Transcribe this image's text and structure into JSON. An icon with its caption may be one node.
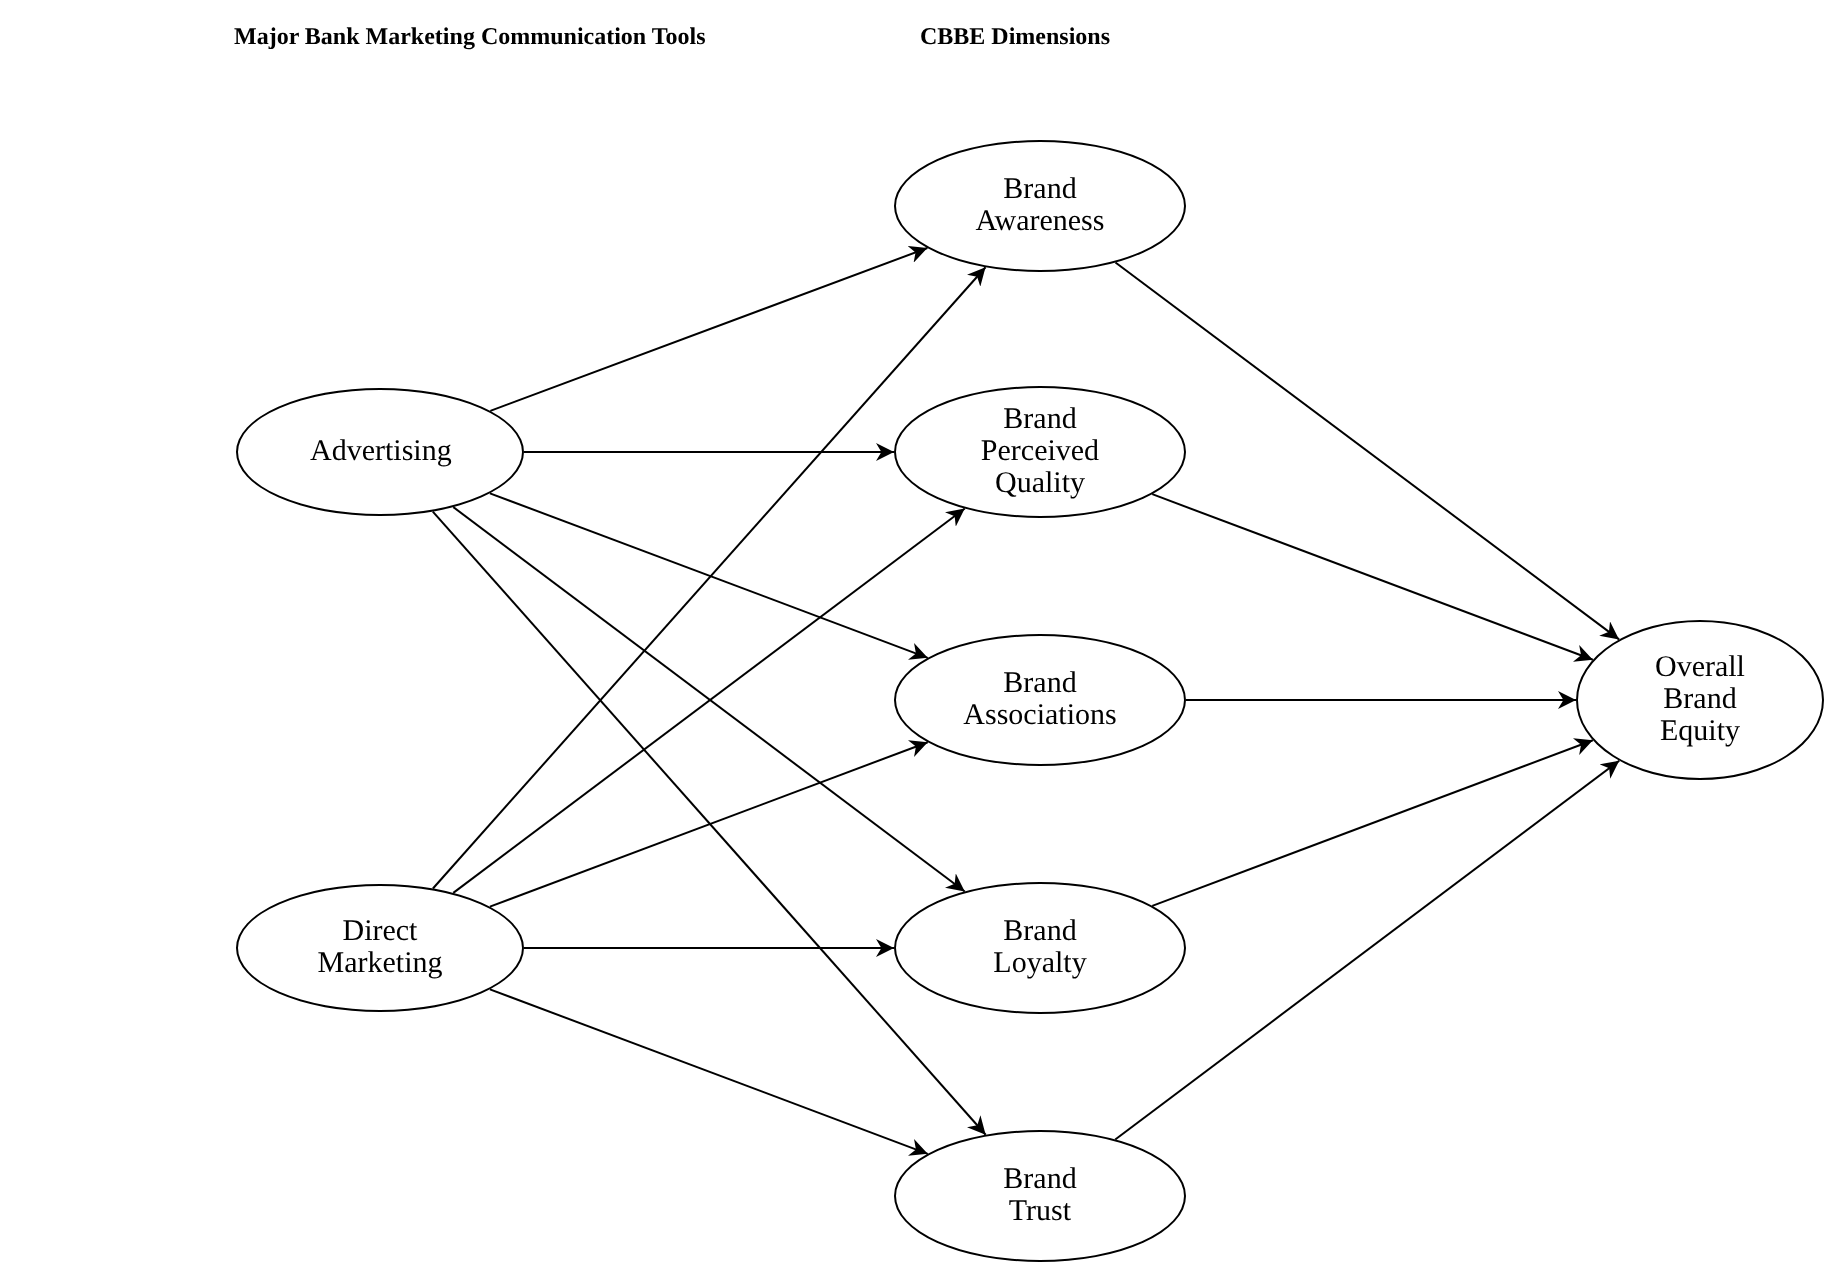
{
  "diagram": {
    "nodes": [
      {
        "text": [
          "Advertising"
        ]
      },
      {
        "text": [
          "Direct Marketing"
        ]
      },
      {
        "text": [
          "Brand Awareness"
        ]
      },
      {
        "text": [
          "Brand Perceived Quality"
        ]
      },
      {
        "text": [
          "Brand Associations"
        ]
      },
      {
        "text": [
          "Brand Loyalty"
        ]
      },
      {
        "text": [
          "Brand Trust"
        ]
      },
      {
        "text": [
          "Overall Brand Equity"
        ]
      }
    ],
    "edges": [
      {
        "from": 0,
        "to": 2,
        "arrow": "to"
      },
      {
        "from": 0,
        "to": 3,
        "arrow": "to"
      },
      {
        "from": 0,
        "to": 4,
        "arrow": "to"
      },
      {
        "from": 0,
        "to": 5,
        "arrow": "to"
      },
      {
        "from": 0,
        "to": 6,
        "arrow": "to"
      },
      {
        "from": 1,
        "to": 2,
        "arrow": "to"
      },
      {
        "from": 1,
        "to": 3,
        "arrow": "to"
      },
      {
        "from": 1,
        "to": 4,
        "arrow": "to"
      },
      {
        "from": 1,
        "to": 5,
        "arrow": "to"
      },
      {
        "from": 1,
        "to": 6,
        "arrow": "to"
      },
      {
        "from": 2,
        "to": 7,
        "arrow": "to"
      },
      {
        "from": 3,
        "to": 7,
        "arrow": "to"
      },
      {
        "from": 4,
        "to": 7,
        "arrow": "to"
      },
      {
        "from": 5,
        "to": 7,
        "arrow": "to"
      },
      {
        "from": 6,
        "to": 7,
        "arrow": "to"
      }
    ],
    "labels": [
      "Major Bank Marketing Communication Tools",
      "CBBE Dimensions"
    ]
  }
}
